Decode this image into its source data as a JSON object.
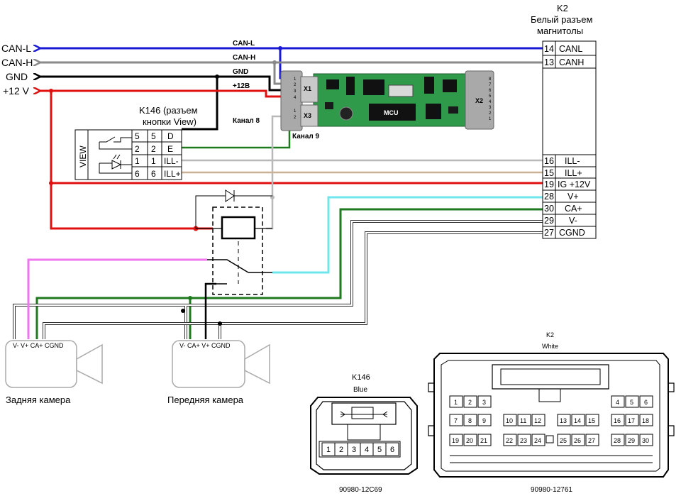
{
  "colors": {
    "can_l": "#1a1ad6",
    "can_h": "#8a8a8a",
    "gnd": "#000000",
    "plus12": "#e01010",
    "green": "#1f7a1f",
    "grey": "#b8b8b8",
    "tan": "#c9b096",
    "cyan": "#6fe6ee",
    "pink": "#ee77ee",
    "white_wire": "#ffffff",
    "pcb": "#2f9a4a",
    "housing": "#a9a9a9",
    "chip": "#1a1a1a"
  },
  "left_labels": {
    "can_l": "CAN-L",
    "can_h": "CAN-H",
    "gnd": "GND",
    "plus12": "+12 V"
  },
  "bus_labels": {
    "can_l": "CAN-L",
    "can_h": "CAN-H",
    "gnd": "GND",
    "plus12": "+12В"
  },
  "module": {
    "x1": "X1",
    "x2": "X2",
    "x3": "X3",
    "mcu": "MCU",
    "channel8": "Канал 8",
    "channel9": "Канал 9",
    "x1_pins": [
      "1",
      "2",
      "3",
      "4"
    ],
    "x3_pins": [
      "1",
      "2"
    ],
    "x2_pins": [
      "8",
      "7",
      "6",
      "5",
      "4",
      "3",
      "2",
      "1"
    ]
  },
  "k146": {
    "title1": "K146 (разъем",
    "title2": "кнопки View)",
    "side": "VIEW",
    "rows": [
      {
        "inner": "5",
        "pin": "5",
        "sig": "D"
      },
      {
        "inner": "2",
        "pin": "2",
        "sig": "E"
      },
      {
        "inner": "1",
        "pin": "1",
        "sig": "ILL-"
      },
      {
        "inner": "6",
        "pin": "6",
        "sig": "ILL+"
      }
    ]
  },
  "k2": {
    "title1": "K2",
    "title2": "Белый разъем",
    "title3": "магнитолы",
    "rows": [
      {
        "pin": "14",
        "sig": "CANL"
      },
      {
        "pin": "13",
        "sig": "CANH"
      },
      {
        "pin": "16",
        "sig": "ILL-"
      },
      {
        "pin": "15",
        "sig": "ILL+"
      },
      {
        "pin": "19",
        "sig": "IG +12V"
      },
      {
        "pin": "28",
        "sig": "V+"
      },
      {
        "pin": "30",
        "sig": "CA+"
      },
      {
        "pin": "29",
        "sig": "V-"
      },
      {
        "pin": "27",
        "sig": "CGND"
      }
    ]
  },
  "cameras": {
    "rear": {
      "pins": "V- V+ CA+ CGND",
      "label": "Задняя камера"
    },
    "front": {
      "pins": "V- CA+ V+ CGND",
      "label": "Передняя камера"
    }
  },
  "k146_view": {
    "title": "K146",
    "color": "Blue",
    "part": "90980-12C69",
    "pins": [
      "1",
      "2",
      "3",
      "4",
      "5",
      "6"
    ]
  },
  "k2_view": {
    "title": "K2",
    "color": "White",
    "part": "90980-12761",
    "row1_left": [
      "1",
      "2",
      "3"
    ],
    "row1_right": [
      "4",
      "5",
      "6"
    ],
    "row2_a": [
      "7",
      "8",
      "9"
    ],
    "row2_b": [
      "10",
      "11",
      "12"
    ],
    "row2_c": [
      "13",
      "14",
      "15"
    ],
    "row2_d": [
      "16",
      "17",
      "18"
    ],
    "row3_a": [
      "19",
      "20",
      "21"
    ],
    "row3_b": [
      "22",
      "23",
      "24"
    ],
    "row3_c": [
      "25",
      "26",
      "27"
    ],
    "row3_d": [
      "28",
      "29",
      "30"
    ]
  }
}
